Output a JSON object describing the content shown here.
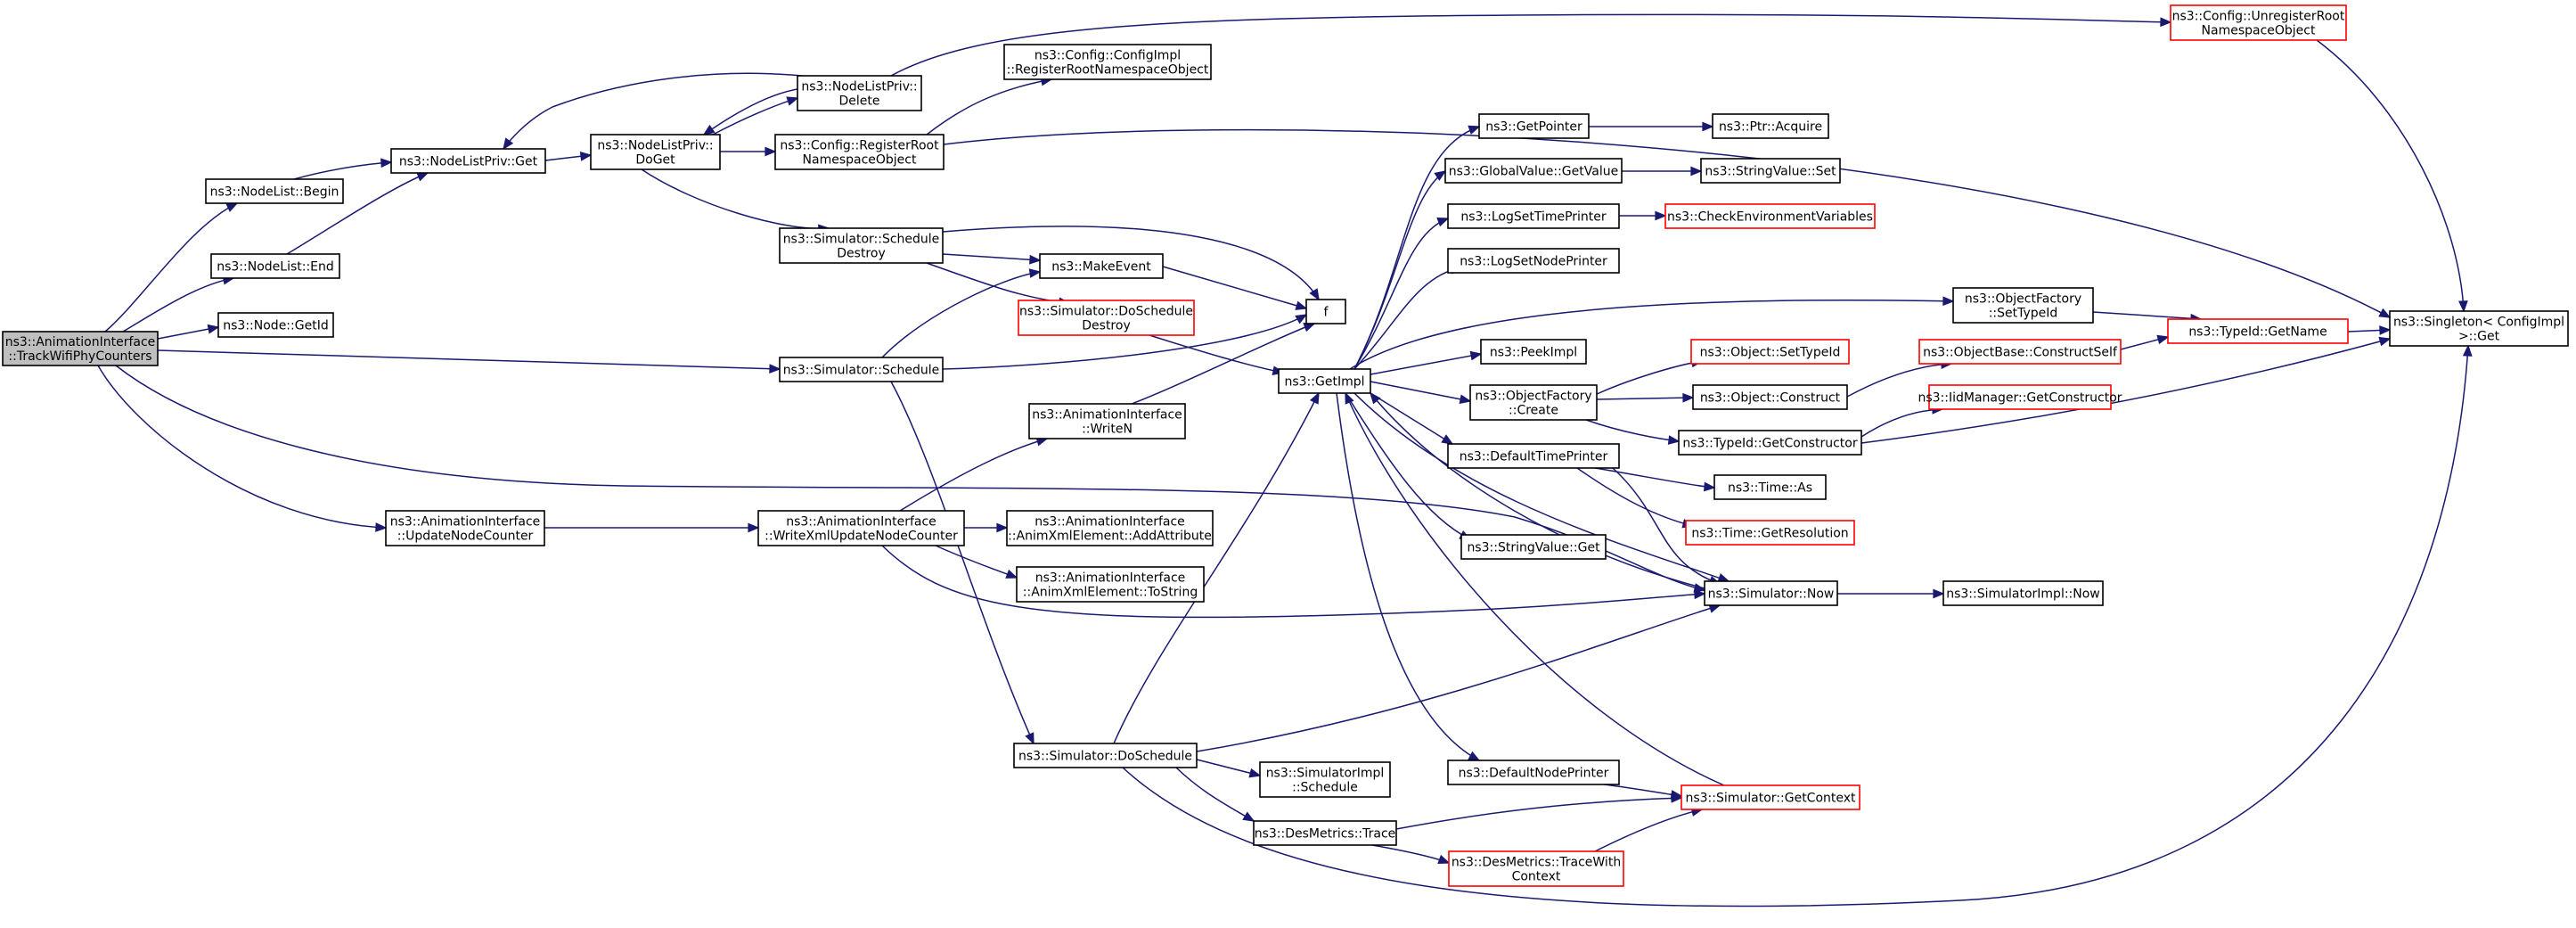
{
  "colors": {
    "edge": "#191970",
    "node_border": "#000000",
    "node_border_truncated": "#ff0000",
    "node_fill": "#ffffff",
    "root_fill": "#bfbfbf"
  },
  "nodes": [
    {
      "id": "root",
      "label": [
        "ns3::AnimationInterface",
        "::TrackWifiPhyCounters"
      ],
      "style": "root"
    },
    {
      "id": "nodelist_begin",
      "label": [
        "ns3::NodeList::Begin"
      ],
      "style": "normal"
    },
    {
      "id": "nodelist_end",
      "label": [
        "ns3::NodeList::End"
      ],
      "style": "normal"
    },
    {
      "id": "node_getid",
      "label": [
        "ns3::Node::GetId"
      ],
      "style": "normal"
    },
    {
      "id": "update_node_counter",
      "label": [
        "ns3::AnimationInterface",
        "::UpdateNodeCounter"
      ],
      "style": "normal"
    },
    {
      "id": "nlp_get",
      "label": [
        "ns3::NodeListPriv::Get"
      ],
      "style": "normal"
    },
    {
      "id": "nlp_doget",
      "label": [
        "ns3::NodeListPriv::",
        "DoGet"
      ],
      "style": "normal"
    },
    {
      "id": "nlp_delete",
      "label": [
        "ns3::NodeListPriv::",
        "Delete"
      ],
      "style": "normal"
    },
    {
      "id": "config_register",
      "label": [
        "ns3::Config::RegisterRoot",
        "NamespaceObject"
      ],
      "style": "normal"
    },
    {
      "id": "configimpl_register",
      "label": [
        "ns3::Config::ConfigImpl",
        "::RegisterRootNamespaceObject"
      ],
      "style": "normal"
    },
    {
      "id": "config_unregister",
      "label": [
        "ns3::Config::UnregisterRoot",
        "NamespaceObject"
      ],
      "style": "truncated"
    },
    {
      "id": "sim_schedule_destroy",
      "label": [
        "ns3::Simulator::Schedule",
        "Destroy"
      ],
      "style": "normal"
    },
    {
      "id": "make_event",
      "label": [
        "ns3::MakeEvent"
      ],
      "style": "normal"
    },
    {
      "id": "sim_doschedule_destroy",
      "label": [
        "ns3::Simulator::DoSchedule",
        "Destroy"
      ],
      "style": "truncated"
    },
    {
      "id": "f",
      "label": [
        "f"
      ],
      "style": "normal"
    },
    {
      "id": "sim_schedule",
      "label": [
        "ns3::Simulator::Schedule"
      ],
      "style": "normal"
    },
    {
      "id": "anim_writen",
      "label": [
        "ns3::AnimationInterface",
        "::WriteN"
      ],
      "style": "normal"
    },
    {
      "id": "write_xml_unc",
      "label": [
        "ns3::AnimationInterface",
        "::WriteXmlUpdateNodeCounter"
      ],
      "style": "normal"
    },
    {
      "id": "anim_addattr",
      "label": [
        "ns3::AnimationInterface",
        "::AnimXmlElement::AddAttribute"
      ],
      "style": "normal"
    },
    {
      "id": "anim_tostring",
      "label": [
        "ns3::AnimationInterface",
        "::AnimXmlElement::ToString"
      ],
      "style": "normal"
    },
    {
      "id": "sim_doschedule",
      "label": [
        "ns3::Simulator::DoSchedule"
      ],
      "style": "normal"
    },
    {
      "id": "get_impl",
      "label": [
        "ns3::GetImpl"
      ],
      "style": "normal"
    },
    {
      "id": "get_pointer",
      "label": [
        "ns3::GetPointer"
      ],
      "style": "normal"
    },
    {
      "id": "ptr_acquire",
      "label": [
        "ns3::Ptr::Acquire"
      ],
      "style": "normal"
    },
    {
      "id": "globalvalue_getvalue",
      "label": [
        "ns3::GlobalValue::GetValue"
      ],
      "style": "normal"
    },
    {
      "id": "stringvalue_set",
      "label": [
        "ns3::StringValue::Set"
      ],
      "style": "normal"
    },
    {
      "id": "log_set_time_printer",
      "label": [
        "ns3::LogSetTimePrinter"
      ],
      "style": "normal"
    },
    {
      "id": "check_env_vars",
      "label": [
        "ns3::CheckEnvironmentVariables"
      ],
      "style": "truncated"
    },
    {
      "id": "log_set_node_printer",
      "label": [
        "ns3::LogSetNodePrinter"
      ],
      "style": "normal"
    },
    {
      "id": "peek_impl",
      "label": [
        "ns3::PeekImpl"
      ],
      "style": "normal"
    },
    {
      "id": "objectfactory_create",
      "label": [
        "ns3::ObjectFactory",
        "::Create"
      ],
      "style": "normal"
    },
    {
      "id": "default_time_printer",
      "label": [
        "ns3::DefaultTimePrinter"
      ],
      "style": "normal"
    },
    {
      "id": "stringvalue_get",
      "label": [
        "ns3::StringValue::Get"
      ],
      "style": "normal"
    },
    {
      "id": "default_node_printer",
      "label": [
        "ns3::DefaultNodePrinter"
      ],
      "style": "normal"
    },
    {
      "id": "objectfactory_settypeid",
      "label": [
        "ns3::ObjectFactory",
        "::SetTypeId"
      ],
      "style": "normal"
    },
    {
      "id": "object_settypeid",
      "label": [
        "ns3::Object::SetTypeId"
      ],
      "style": "truncated"
    },
    {
      "id": "object_construct",
      "label": [
        "ns3::Object::Construct"
      ],
      "style": "normal"
    },
    {
      "id": "typeid_getconstructor",
      "label": [
        "ns3::TypeId::GetConstructor"
      ],
      "style": "normal"
    },
    {
      "id": "time_as",
      "label": [
        "ns3::Time::As"
      ],
      "style": "normal"
    },
    {
      "id": "time_getresolution",
      "label": [
        "ns3::Time::GetResolution"
      ],
      "style": "truncated"
    },
    {
      "id": "sim_now",
      "label": [
        "ns3::Simulator::Now"
      ],
      "style": "normal"
    },
    {
      "id": "simimpl_now",
      "label": [
        "ns3::SimulatorImpl::Now"
      ],
      "style": "normal"
    },
    {
      "id": "simimpl_schedule",
      "label": [
        "ns3::SimulatorImpl",
        "::Schedule"
      ],
      "style": "normal"
    },
    {
      "id": "desmetrics_trace",
      "label": [
        "ns3::DesMetrics::Trace"
      ],
      "style": "normal"
    },
    {
      "id": "desmetrics_tracewith",
      "label": [
        "ns3::DesMetrics::TraceWith",
        "Context"
      ],
      "style": "truncated"
    },
    {
      "id": "sim_getcontext",
      "label": [
        "ns3::Simulator::GetContext"
      ],
      "style": "truncated"
    },
    {
      "id": "objectbase_constructself",
      "label": [
        "ns3::ObjectBase::ConstructSelf"
      ],
      "style": "truncated"
    },
    {
      "id": "iidmanager_getconstructor",
      "label": [
        "ns3::IidManager::GetConstructor"
      ],
      "style": "truncated"
    },
    {
      "id": "typeid_getname",
      "label": [
        "ns3::TypeId::GetName"
      ],
      "style": "truncated"
    },
    {
      "id": "singleton_get",
      "label": [
        "ns3::Singleton< ConfigImpl",
        " >::Get"
      ],
      "style": "normal"
    }
  ]
}
